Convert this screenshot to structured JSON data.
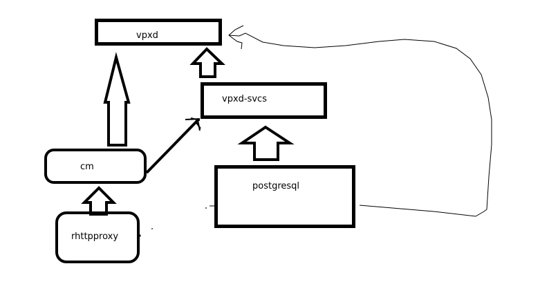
{
  "diagram": {
    "nodes": {
      "vpxd": {
        "label": "vpxd"
      },
      "vpxd_svcs": {
        "label": "vpxd-svcs"
      },
      "cm": {
        "label": "cm"
      },
      "postgresql": {
        "label": "postgresql"
      },
      "rhttpproxy": {
        "label": "rhttpproxy"
      }
    },
    "edges": [
      {
        "from": "cm",
        "to": "vpxd",
        "style": "block-arrow"
      },
      {
        "from": "vpxd-svcs",
        "to": "vpxd",
        "style": "block-arrow"
      },
      {
        "from": "cm",
        "to": "vpxd-svcs",
        "style": "line-arrow"
      },
      {
        "from": "postgresql",
        "to": "vpxd-svcs",
        "style": "block-arrow"
      },
      {
        "from": "rhttpproxy",
        "to": "cm",
        "style": "block-arrow"
      },
      {
        "from": "postgresql",
        "to": "vpxd",
        "style": "thin-curved-arrow"
      }
    ],
    "colors": {
      "stroke": "#000000",
      "background": "#ffffff"
    }
  }
}
